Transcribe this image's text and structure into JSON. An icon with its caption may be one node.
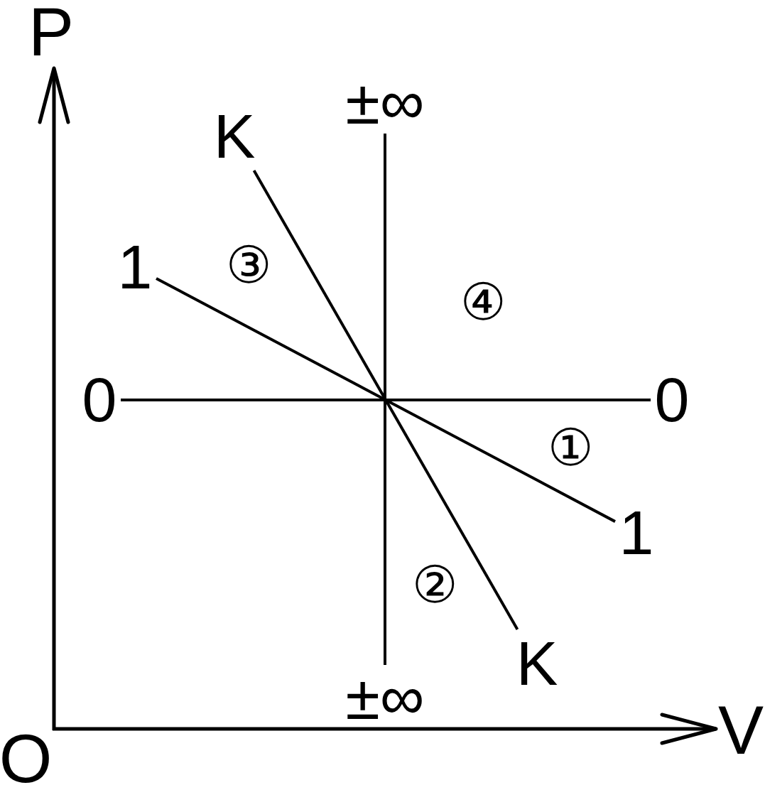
{
  "diagram": {
    "nodes": [
      {
        "text": [
          "±∞"
        ]
      },
      {
        "text": [
          "K"
        ]
      },
      {
        "text": [
          "1"
        ]
      },
      {
        "text": [
          "0"
        ]
      },
      {
        "text": [
          "0"
        ]
      },
      {
        "text": [
          "1"
        ]
      },
      {
        "text": [
          "K"
        ]
      },
      {
        "text": [
          "±∞"
        ]
      }
    ],
    "edges": [
      {
        "from": 0,
        "to": 7,
        "arrow": "none"
      },
      {
        "from": 1,
        "to": 6,
        "arrow": "none"
      },
      {
        "from": 2,
        "to": 5,
        "arrow": "none"
      },
      {
        "from": 3,
        "to": 4,
        "arrow": "none"
      }
    ],
    "labels": [
      "P",
      "③",
      "④",
      "①",
      "②",
      "O",
      "V"
    ]
  }
}
